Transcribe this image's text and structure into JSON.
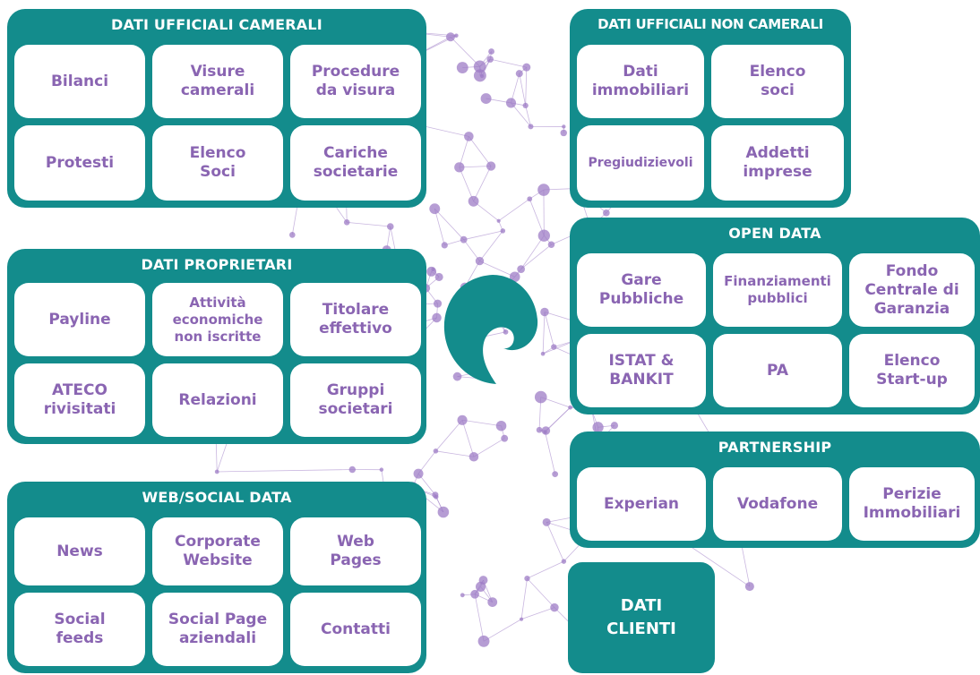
{
  "colors": {
    "teal": "#138c8c",
    "label_purple": "#8a65b2",
    "network": "#9d7cc6",
    "tile_bg": "#ffffff"
  },
  "panels": {
    "camerali": {
      "title": "DATI UFFICIALI CAMERALI",
      "items": [
        "Bilanci",
        "Visure\ncamerali",
        "Procedure\nda visura",
        "Protesti",
        "Elenco\nSoci",
        "Cariche\nsocietarie"
      ]
    },
    "non_camerali": {
      "title": "DATI UFFICIALI NON CAMERALI",
      "items": [
        "Dati\nimmobiliari",
        "Elenco\nsoci",
        "Pregiudizievoli",
        "Addetti\nimprese"
      ]
    },
    "proprietari": {
      "title": "DATI PROPRIETARI",
      "items": [
        "Payline",
        "Attività\neconomiche\nnon iscritte",
        "Titolare\neffettivo",
        "ATECO\nrivisitati",
        "Relazioni",
        "Gruppi\nsocietari"
      ]
    },
    "open_data": {
      "title": "OPEN DATA",
      "items": [
        "Gare\nPubbliche",
        "Finanziamenti\npubblici",
        "Fondo\nCentrale di\nGaranzia",
        "ISTAT &\nBANKIT",
        "PA",
        "Elenco\nStart-up"
      ]
    },
    "partnership": {
      "title": "PARTNERSHIP",
      "items": [
        "Experian",
        "Vodafone",
        "Perizie\nImmobiliari"
      ]
    },
    "web_social": {
      "title": "WEB/SOCIAL DATA",
      "items": [
        "News",
        "Corporate\nWebsite",
        "Web\nPages",
        "Social\nfeeds",
        "Social Page\naziendali",
        "Contatti"
      ]
    }
  },
  "clienti": {
    "label": "DATI\nCLIENTI"
  },
  "center_logo": {
    "icon": "swirl-logo-icon"
  }
}
